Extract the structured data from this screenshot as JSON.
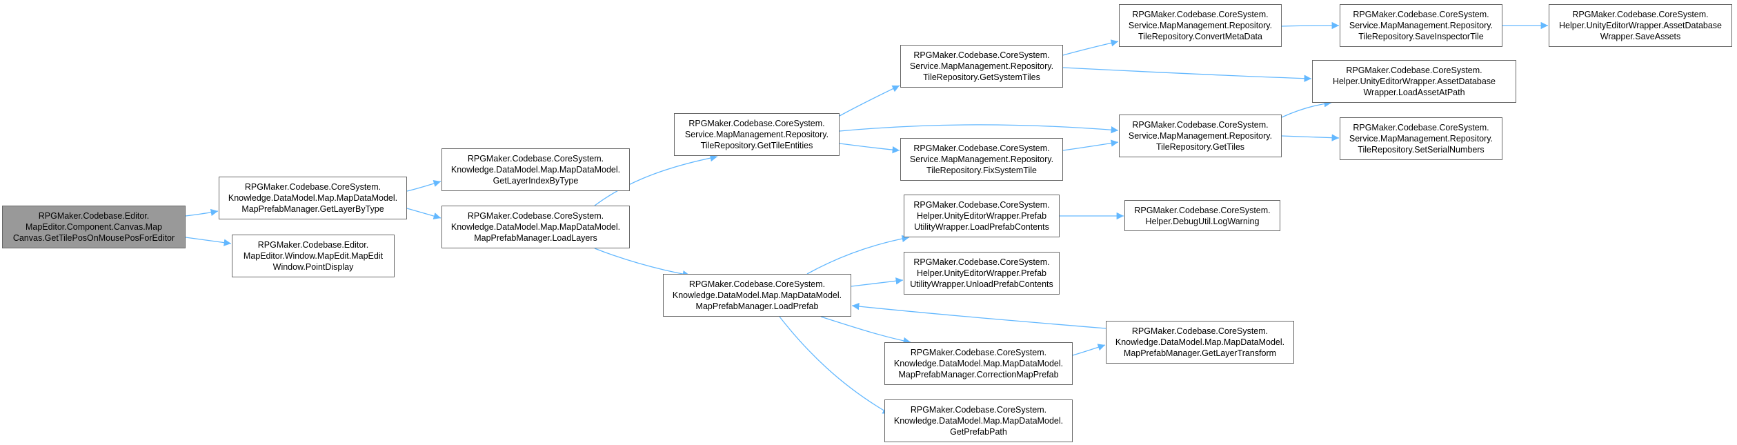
{
  "graph": {
    "node_fill": "#ffffff",
    "node_border": "#666666",
    "current_node_fill": "#999999",
    "edge_color": "#63b8ff",
    "nodes": {
      "n0": "RPGMaker.Codebase.Editor.\nMapEditor.Component.Canvas.Map\nCanvas.GetTilePosOnMousePosForEditor",
      "n1": "RPGMaker.Codebase.CoreSystem.\nKnowledge.DataModel.Map.MapDataModel.\nMapPrefabManager.GetLayerByType",
      "n2": "RPGMaker.Codebase.Editor.\nMapEditor.Window.MapEdit.MapEdit\nWindow.PointDisplay",
      "n3": "RPGMaker.Codebase.CoreSystem.\nKnowledge.DataModel.Map.MapDataModel.\nGetLayerIndexByType",
      "n4": "RPGMaker.Codebase.CoreSystem.\nKnowledge.DataModel.Map.MapDataModel.\nMapPrefabManager.LoadLayers",
      "n5": "RPGMaker.Codebase.CoreSystem.\nService.MapManagement.Repository.\nTileRepository.GetTileEntities",
      "n6": "RPGMaker.Codebase.CoreSystem.\nKnowledge.DataModel.Map.MapDataModel.\nMapPrefabManager.LoadPrefab",
      "n7": "RPGMaker.Codebase.CoreSystem.\nService.MapManagement.Repository.\nTileRepository.GetSystemTiles",
      "n8": "RPGMaker.Codebase.CoreSystem.\nService.MapManagement.Repository.\nTileRepository.FixSystemTile",
      "n9": "RPGMaker.Codebase.CoreSystem.\nHelper.UnityEditorWrapper.Prefab\nUtilityWrapper.LoadPrefabContents",
      "n10": "RPGMaker.Codebase.CoreSystem.\nHelper.UnityEditorWrapper.Prefab\nUtilityWrapper.UnloadPrefabContents",
      "n11": "RPGMaker.Codebase.CoreSystem.\nKnowledge.DataModel.Map.MapDataModel.\nMapPrefabManager.CorrectionMapPrefab",
      "n12": "RPGMaker.Codebase.CoreSystem.\nKnowledge.DataModel.Map.MapDataModel.\nGetPrefabPath",
      "n13": "RPGMaker.Codebase.CoreSystem.\nService.MapManagement.Repository.\nTileRepository.ConvertMetaData",
      "n14": "RPGMaker.Codebase.CoreSystem.\nService.MapManagement.Repository.\nTileRepository.GetTiles",
      "n15": "RPGMaker.Codebase.CoreSystem.\nHelper.DebugUtil.LogWarning",
      "n16": "RPGMaker.Codebase.CoreSystem.\nKnowledge.DataModel.Map.MapDataModel.\nMapPrefabManager.GetLayerTransform",
      "n17": "RPGMaker.Codebase.CoreSystem.\nService.MapManagement.Repository.\nTileRepository.SaveInspectorTile",
      "n18": "RPGMaker.Codebase.CoreSystem.\nHelper.UnityEditorWrapper.AssetDatabase\nWrapper.LoadAssetAtPath",
      "n19": "RPGMaker.Codebase.CoreSystem.\nService.MapManagement.Repository.\nTileRepository.SetSerialNumbers",
      "n20": "RPGMaker.Codebase.CoreSystem.\nHelper.UnityEditorWrapper.AssetDatabase\nWrapper.SaveAssets"
    }
  }
}
